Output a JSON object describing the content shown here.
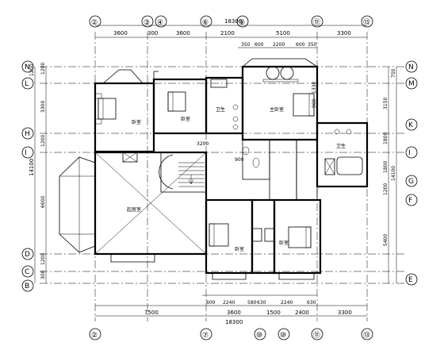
{
  "axes_top": [
    "②",
    "③",
    "④",
    "⑥",
    "⑨",
    "⑪",
    "⑬"
  ],
  "axes_bottom": [
    "②",
    "⑦",
    "⑩",
    "⑩",
    "⑪",
    "⑬"
  ],
  "axes_left": [
    "N",
    "L",
    "H",
    "I",
    "D",
    "C",
    "B"
  ],
  "axes_right": [
    "N",
    "M",
    "K",
    "I",
    "G",
    "F",
    "E"
  ],
  "dims_top_total": "18300",
  "dims_top": [
    "3600",
    "300",
    "3600",
    "2100",
    "5100",
    "3300"
  ],
  "dims_top_inner": [
    "350",
    "600",
    "2200",
    "600",
    "350"
  ],
  "dims_left_total": "14100",
  "dims_left": [
    "1200",
    "3300",
    "1200",
    "6600",
    "1200",
    "300"
  ],
  "dims_right_total": "14100",
  "dims_right": [
    "750",
    "3150",
    "1800",
    "1800",
    "1200",
    "5400"
  ],
  "dims_bottom_row1": [
    "600",
    "2240",
    "580",
    "630",
    "2240",
    "630"
  ],
  "dims_bottom_row2": [
    "7500",
    "3600",
    "1500",
    "2400",
    "3300"
  ],
  "dims_bottom_total": "18300",
  "dims_misc": [
    "3200",
    "900",
    "1330",
    "900",
    "600",
    "900"
  ],
  "rooms": {
    "bed1": "卧室",
    "bed2": "卧室",
    "toilet1": "卫生",
    "master": "主卧室",
    "toilet2": "卫生",
    "living": "起居室",
    "bed3": "卧室",
    "bed4": "卧室"
  }
}
